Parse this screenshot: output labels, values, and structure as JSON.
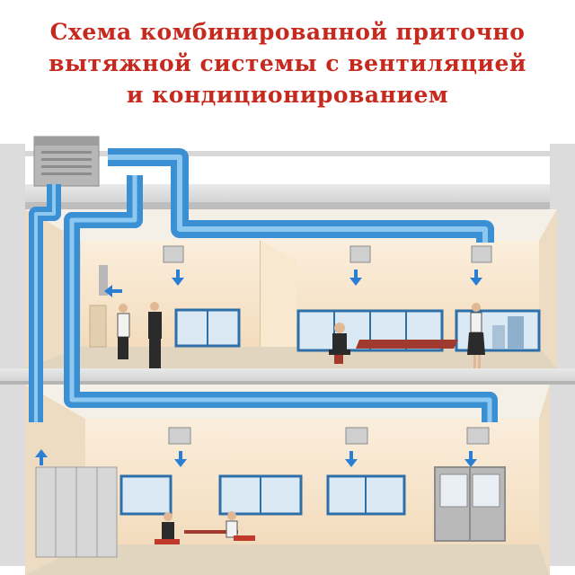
{
  "title": {
    "line1": "Схема комбинированной приточно",
    "line2": "вытяжной системы с вентиляцией",
    "line3": "и кондиционированием"
  },
  "colors": {
    "title": "#c62a1f",
    "duct": "#4aa0de",
    "duct_light": "#8cc8f0",
    "arrow": "#2a7fd4",
    "wall": "#f6e3c8",
    "slab": "#c9c9c9",
    "window_frame": "#2f6fa8",
    "window_glass": "#dbe9f5"
  },
  "icons": {
    "supply_arrow": "arrow-down-icon",
    "exhaust_arrow": "arrow-left-icon",
    "exhaust_arrow_up": "arrow-up-icon"
  }
}
